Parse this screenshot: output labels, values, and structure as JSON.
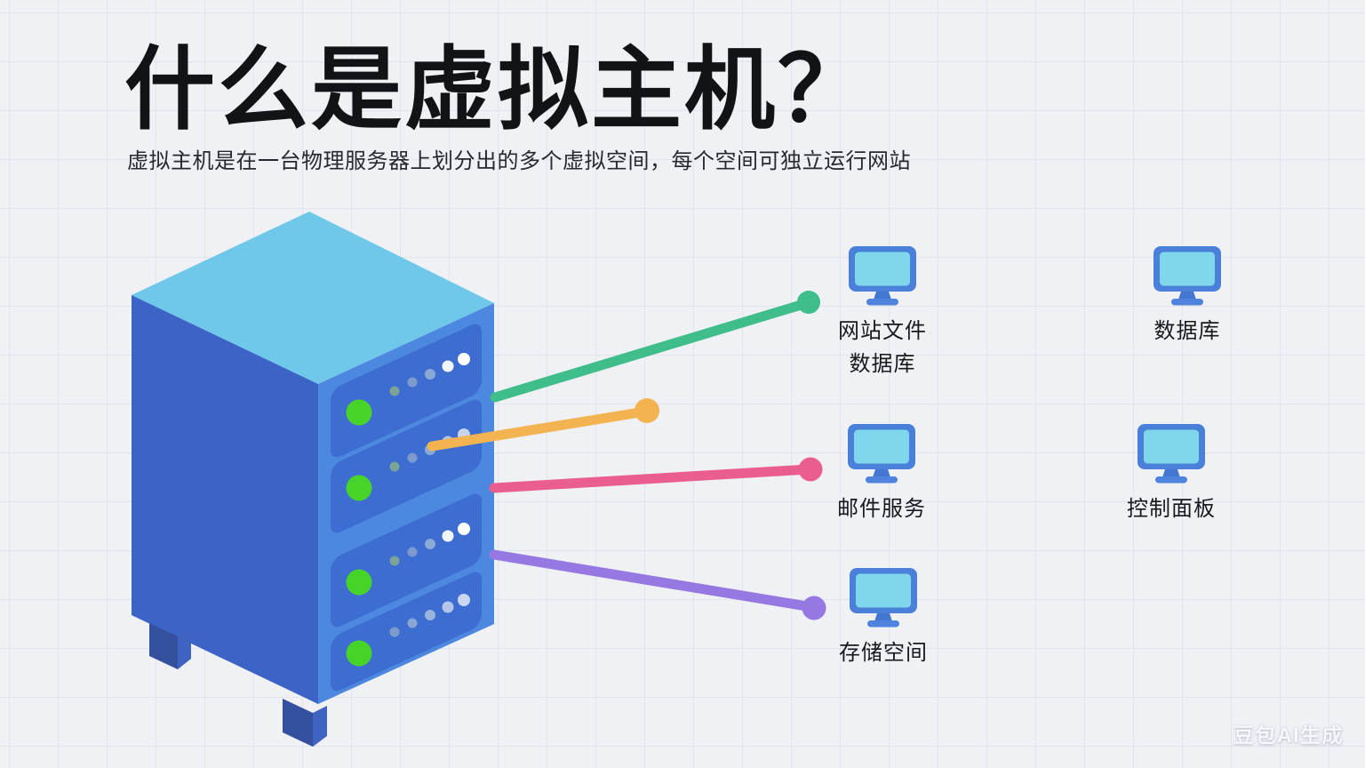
{
  "title": "什么是虚拟主机？",
  "subtitle": "虚拟主机是在一台物理服务器上划分出的多个虚拟空间，每个空间可独立运行网站",
  "watermark": "豆包AI生成",
  "server": {
    "description": "isometric-server-tower",
    "rack_slots": 4,
    "led_color": "#46D428"
  },
  "endpoints": [
    {
      "id": "website-files",
      "icon": "monitor-icon",
      "lines": [
        "网站文件",
        "数据库"
      ]
    },
    {
      "id": "database",
      "icon": "monitor-icon",
      "lines": [
        "数据库"
      ]
    },
    {
      "id": "mail-service",
      "icon": "monitor-icon",
      "lines": [
        "邮件服务"
      ]
    },
    {
      "id": "control-panel",
      "icon": "monitor-icon",
      "lines": [
        "控制面板"
      ]
    },
    {
      "id": "storage-space",
      "icon": "monitor-icon",
      "lines": [
        "存储空间"
      ]
    }
  ],
  "connections": [
    {
      "name": "green-line",
      "color": "#3FBD8B",
      "to_label": "网站文件 数据库"
    },
    {
      "name": "yellow-line",
      "color": "#F2B350",
      "to_label": ""
    },
    {
      "name": "pink-line",
      "color": "#EA5D8F",
      "to_label": "邮件服务"
    },
    {
      "name": "purple-line",
      "color": "#9678E2",
      "to_label": "存储空间"
    }
  ],
  "colors": {
    "background": "#EFF1F5",
    "server_top": "#6FC8E9",
    "server_left": "#3C64C7",
    "server_right": "#4C88DF",
    "server_slot": "#3E6DD1",
    "server_feet": "#35509F",
    "led_green": "#46D428",
    "monitor_frame": "#4B80DA",
    "monitor_screen": "#7FD7EB",
    "line_green": "#3FBD8B",
    "line_yellow": "#F2B350",
    "line_pink": "#EA5D8F",
    "line_purple": "#9678E2",
    "text": "#17191d"
  }
}
